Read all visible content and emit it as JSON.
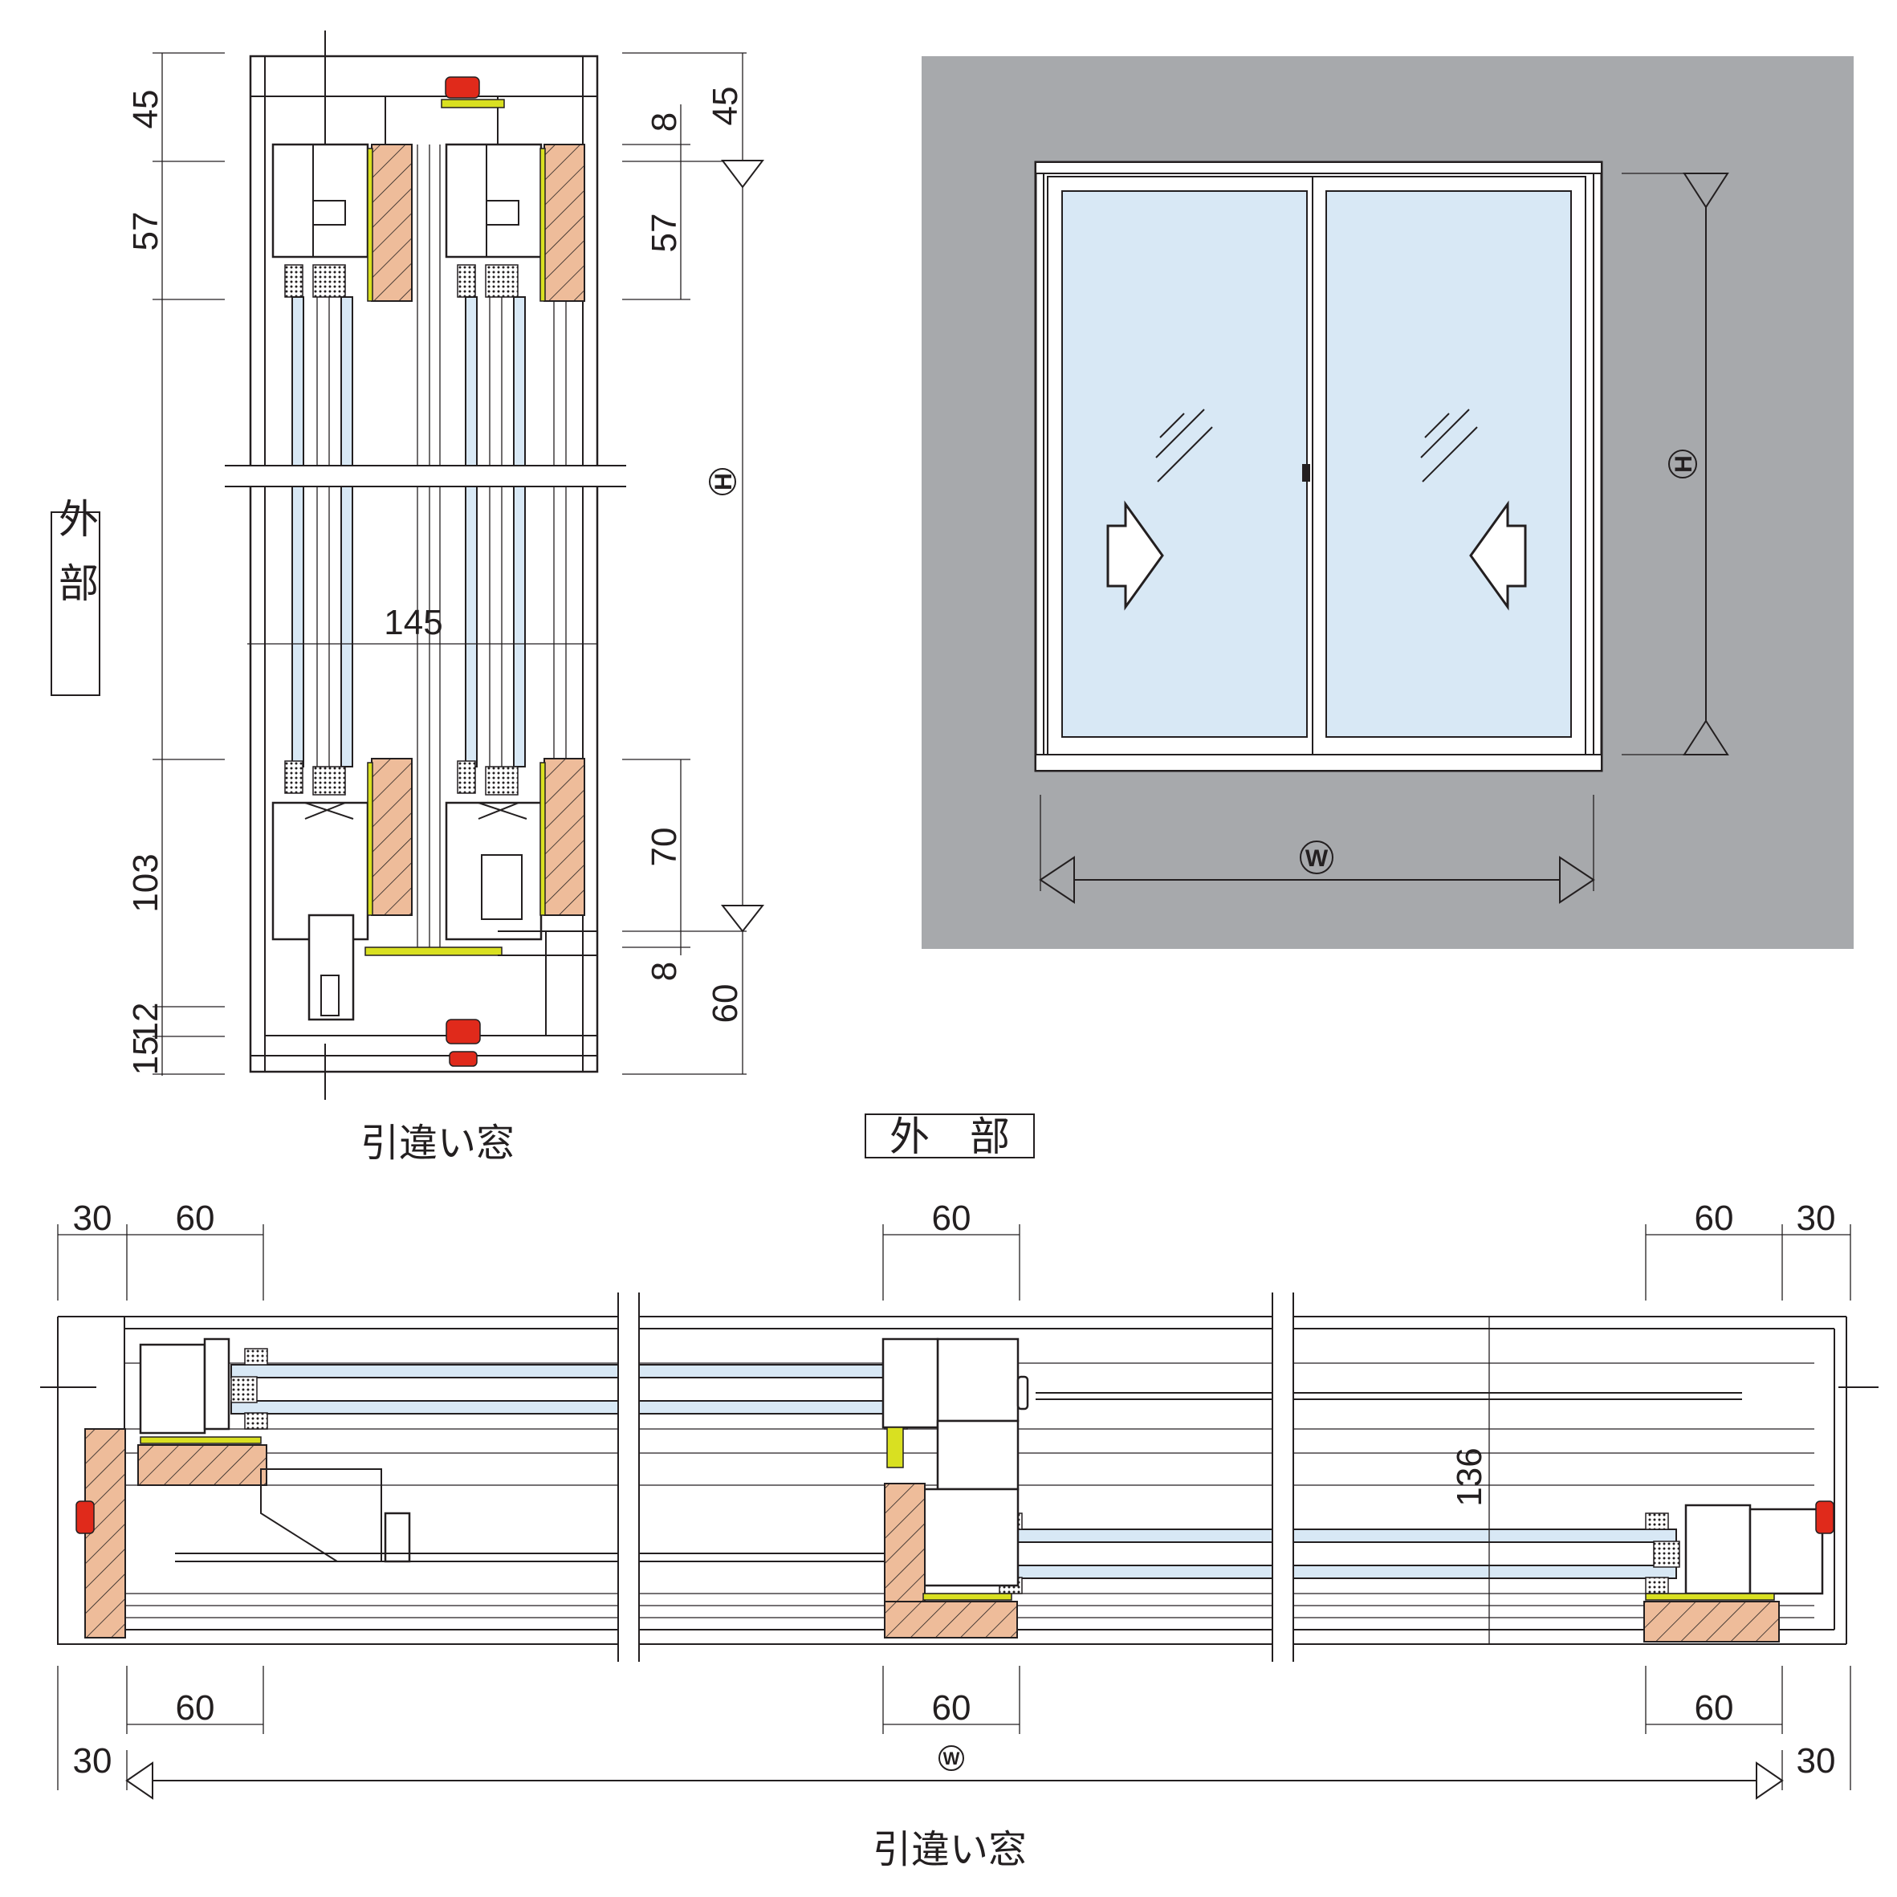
{
  "labels": {
    "exterior_vertical": "外部",
    "exterior_horizontal": "外　部",
    "caption_vertical_section": "引違い窓",
    "caption_horizontal_section": "引違い窓",
    "height_symbol": "H",
    "width_symbol": "W"
  },
  "vertical_section_dims": {
    "left": [
      "45",
      "57",
      "103",
      "12",
      "15"
    ],
    "right": [
      "45",
      "8",
      "57",
      "70",
      "8",
      "60"
    ],
    "center_width": "145"
  },
  "horizontal_section_dims": {
    "top": [
      "30",
      "60",
      "60",
      "60",
      "30"
    ],
    "bottom": [
      "60",
      "30",
      "60",
      "60",
      "30"
    ],
    "depth": "136"
  },
  "colors": {
    "wall": "#a7a9ac",
    "glass": "#d8e8f5",
    "wood": "#eebc9a",
    "seal": "#e02a1b",
    "gasket": "#d9e021"
  }
}
